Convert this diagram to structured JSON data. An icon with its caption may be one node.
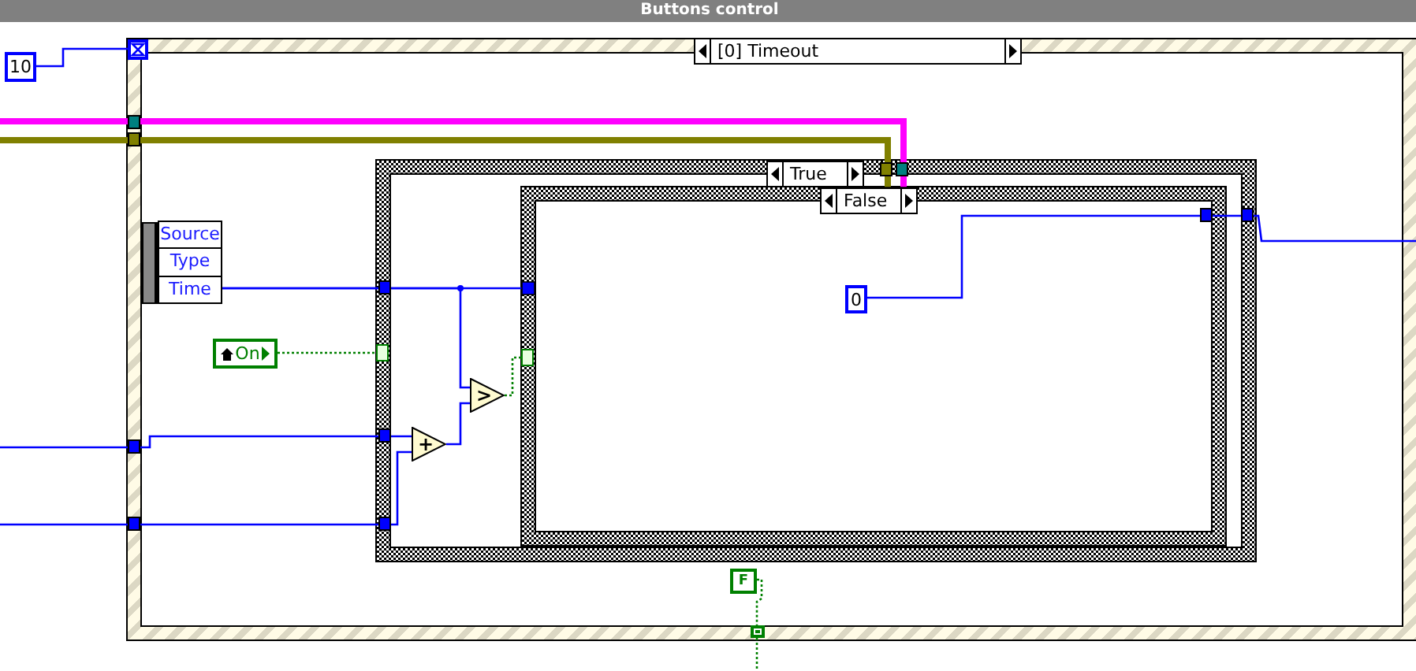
{
  "diagram": {
    "title": "Buttons control",
    "nodes": [
      {
        "text": [
          "[0] Timeout"
        ]
      },
      {
        "text": [
          "10"
        ]
      },
      {
        "text": [],
        "shape": "picture",
        "in": 0
      },
      {
        "text": [
          "Source",
          "Type",
          "Time"
        ],
        "in": 0
      },
      {
        "text": [
          "True"
        ],
        "in": 0
      },
      {
        "text": [
          "On"
        ],
        "in": 0
      },
      {
        "text": [
          "False"
        ],
        "in": 4
      },
      {
        "text": [
          "+"
        ],
        "in": 4
      },
      {
        "text": [
          ">"
        ],
        "in": 4
      },
      {
        "text": [
          "0"
        ],
        "in": 6
      },
      {
        "text": [
          "F"
        ],
        "in": 0
      },
      {
        "text": [],
        "shape": "box",
        "in": 0
      }
    ],
    "edges": [
      {
        "from": 1,
        "to": 2,
        "arrow": "none"
      },
      {
        "from": 3,
        "to": 6,
        "arrow": "other"
      },
      {
        "from": 3,
        "to": 8,
        "arrow": "none"
      },
      {
        "from": 5,
        "to": 4,
        "arrow": "other",
        "style": "dashed",
        "color": "#008000"
      },
      {
        "from": null,
        "to": 7,
        "arrow": "none"
      },
      {
        "from": null,
        "to": 7,
        "arrow": "none"
      },
      {
        "from": 7,
        "to": 8,
        "arrow": "none"
      },
      {
        "from": 8,
        "to": 6,
        "arrow": "other",
        "style": "dashed",
        "color": "#008000"
      },
      {
        "from": 9,
        "to": null,
        "arrow": "none"
      },
      {
        "from": 10,
        "to": 11,
        "arrow": "none",
        "style": "dashed",
        "color": "#008000"
      },
      {
        "from": 11,
        "to": null,
        "arrow": "none",
        "style": "dashed",
        "color": "#008000"
      },
      {
        "from": null,
        "to": 6,
        "arrow": "other",
        "style": "thick",
        "color": "#ff00ff"
      },
      {
        "from": null,
        "to": 6,
        "arrow": "other",
        "style": "thick",
        "color": "#808000"
      }
    ]
  }
}
